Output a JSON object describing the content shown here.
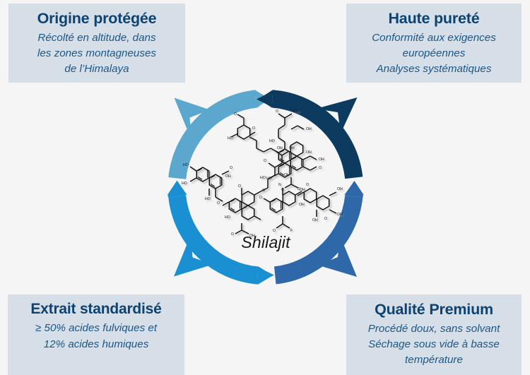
{
  "page": {
    "background_color": "#f5f5f6",
    "title_color": "#0d4370",
    "body_color": "#1b5887",
    "box_background": "#d6dee8"
  },
  "boxes": {
    "origine": {
      "title": "Origine protégée",
      "lines": [
        "Récolté en altitude, dans",
        "les zones montagneuses",
        "de l’Himalaya"
      ]
    },
    "purete": {
      "title": "Haute pureté",
      "lines": [
        "Conformité aux exigences",
        "européennes",
        "Analyses systématiques"
      ]
    },
    "extrait": {
      "title": "Extrait standardisé",
      "lines": [
        "≥ 50% acides fulviques et",
        "12% acides humiques"
      ]
    },
    "qualite": {
      "title": "Qualité Premium",
      "lines": [
        "Procédé doux, sans solvant",
        "Séchage sous vide à basse",
        "température"
      ]
    }
  },
  "cycle": {
    "center_label": "Shilajit",
    "segments": [
      {
        "name": "top-left",
        "color": "#5ba7ce",
        "points_to": "origine"
      },
      {
        "name": "top-right",
        "color": "#0d3a5f",
        "points_to": "purete"
      },
      {
        "name": "bottom-right",
        "color": "#2e68a8",
        "points_to": "qualite"
      },
      {
        "name": "bottom-left",
        "color": "#1a8fd1",
        "points_to": "extrait"
      }
    ]
  },
  "molecules": {
    "label": "chemical-structure-diagram",
    "description": "Shilajit fulvic and humic acid molecular structures"
  }
}
